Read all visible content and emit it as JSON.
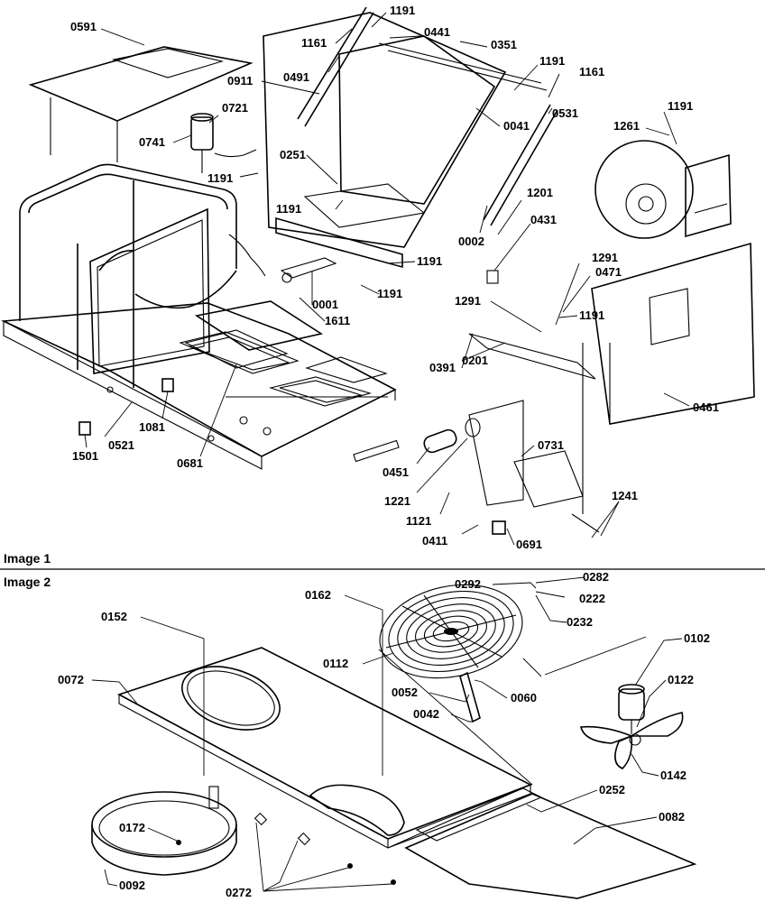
{
  "sections": {
    "image1": "Image 1",
    "image2": "Image 2"
  },
  "parts_image1": [
    "0591",
    "1191",
    "1161",
    "0441",
    "0351",
    "0491",
    "0911",
    "1191",
    "1161",
    "0721",
    "0041",
    "0531",
    "1191",
    "1261",
    "0741",
    "0251",
    "1191",
    "1191",
    "1201",
    "0431",
    "0002",
    "1191",
    "1291",
    "0471",
    "0001",
    "1191",
    "1291",
    "1191",
    "1611",
    "0391",
    "0201",
    "0461",
    "1081",
    "0521",
    "1501",
    "0681",
    "0451",
    "0731",
    "1221",
    "1121",
    "1241",
    "0411",
    "0691"
  ],
  "parts_image2": [
    "0292",
    "0282",
    "0162",
    "0222",
    "0232",
    "0152",
    "0102",
    "0112",
    "0072",
    "0122",
    "0052",
    "0060",
    "0042",
    "0142",
    "0252",
    "0172",
    "0082",
    "0092",
    "0272"
  ]
}
